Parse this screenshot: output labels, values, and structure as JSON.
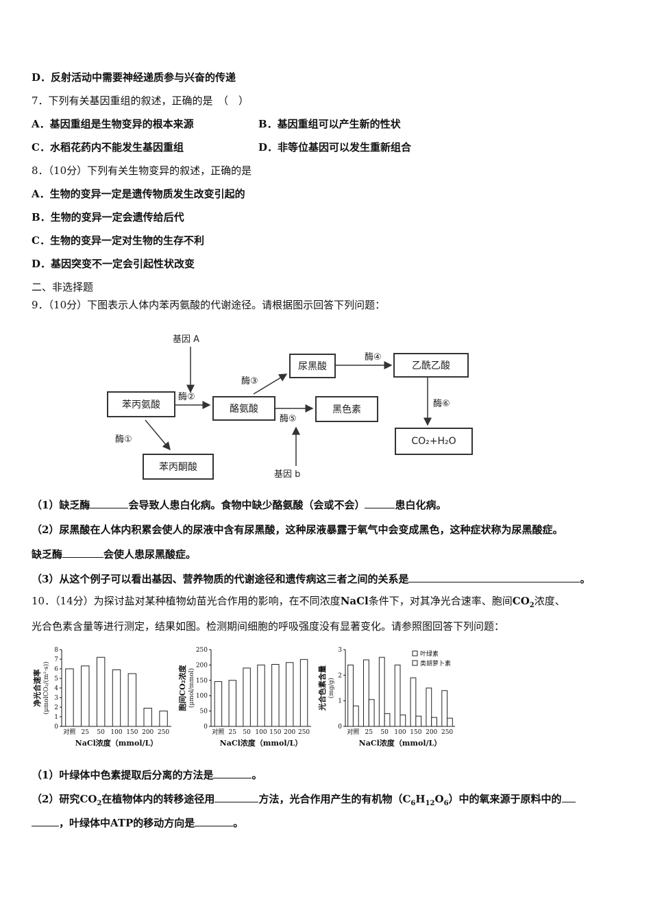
{
  "q6": {
    "optD": "D．反射活动中需要神经递质参与兴奋的传递"
  },
  "q7": {
    "stem": "7．下列有关基因重组的叙述，正确的是　（　）",
    "optA": "A．基因重组是生物变异的根本来源",
    "optB": "B．基因重组可以产生新的性状",
    "optC": "C．水稻花药内不能发生基因重组",
    "optD": "D．非等位基因可以发生重新组合"
  },
  "q8": {
    "stem": "8．（10分）下列有关生物变异的叙述，正确的是",
    "optA": "A．生物的变异一定是遗传物质发生改变引起的",
    "optB": "B．生物的变异一定会遗传给后代",
    "optC": "C．生物的变异一定对生物的生存不利",
    "optD": "D．基因突变不一定会引起性状改变"
  },
  "section2": "二、非选择题",
  "q9": {
    "stem": "9．（10分）下图表示人体内苯丙氨酸的代谢途径。请根据图示回答下列问题：",
    "diagram": {
      "geneA": "基因 A",
      "geneB": "基因 b",
      "phe": "苯丙氨酸",
      "tyr": "酪氨酸",
      "hga": "尿黑酸",
      "aaa": "乙酰乙酸",
      "mel": "黑色素",
      "ppa": "苯丙酮酸",
      "co2": "CO₂+H₂O",
      "e1": "酶①",
      "e2": "酶②",
      "e3": "酶③",
      "e4": "酶④",
      "e5": "酶⑤",
      "e6": "酶⑥"
    },
    "p1a": "（1）缺乏酶",
    "p1b": "会导致人患白化病。食物中缺少酪氨酸（会或不会）",
    "p1c": "患白化病。",
    "p2a": "（2）尿黑酸在人体内积累会使人的尿液中含有尿黑酸，这种尿液暴露于氧气中会变成黑色，这种症状称为尿黑酸症。",
    "p2b": "缺乏酶",
    "p2c": "会使人患尿黑酸症。",
    "p3a": "（3）从这个例子可以看出基因、营养物质的代谢途径和遗传病这三者之间的关系是",
    "p3b": "。"
  },
  "q10": {
    "stem1a": "10．（14分）为探讨盐对某种植物幼苗光合作用的影响，在不同浓度",
    "nacl": "NaCl",
    "stem1b": "条件下，对其净光合速率、胞间",
    "co2": "CO",
    "sub2": "2",
    "stem1c": "浓度、",
    "stem2": "光合色素含量等进行测定，结果如图。检测期间细胞的呼吸强度没有显著变化。请参照图回答下列问题：",
    "p1a": "（1）叶绿体中色素提取后分离的方法是",
    "p1b": "。",
    "p2a": "（2）研究",
    "p2co2": "CO",
    "p2sub": "2",
    "p2b": "在植物体内的转移途径用",
    "p2c": "方法，光合作用产生的有机物（",
    "c6": "C",
    "s6": "6",
    "h12": "H",
    "s12": "12",
    "o6": "O",
    "so6": "6",
    "p2d": "）中的氧来源于原料中的",
    "p3b": "，叶绿体中",
    "atp": "ATP",
    "p3c": "的移动方向是",
    "p3d": "。"
  },
  "chart_data": [
    {
      "type": "bar",
      "categories": [
        "对照",
        "25",
        "50",
        "100",
        "150",
        "200",
        "250"
      ],
      "values": [
        6.0,
        6.3,
        7.2,
        5.9,
        5.5,
        1.9,
        1.6
      ],
      "ylabel": "净光合速率\n(μmolCO₂/(m²·s))",
      "xlabel": "NaCl浓度（mmol/L）",
      "yticks": [
        0,
        1,
        2,
        3,
        4,
        5,
        6,
        7,
        8
      ],
      "ylim": [
        0,
        8
      ]
    },
    {
      "type": "bar",
      "categories": [
        "对照",
        "25",
        "50",
        "100",
        "150",
        "200",
        "250"
      ],
      "values": [
        146,
        150,
        190,
        200,
        202,
        208,
        218
      ],
      "ylabel": "胞间CO₂浓度\n(μmol/mmol)",
      "xlabel": "NaCl浓度（mmol/L）",
      "yticks": [
        0,
        50,
        100,
        150,
        200,
        250
      ],
      "ylim": [
        0,
        250
      ]
    },
    {
      "type": "bar",
      "categories": [
        "对照",
        "25",
        "50",
        "100",
        "150",
        "200",
        "250"
      ],
      "series": [
        {
          "name": "叶绿素",
          "values": [
            2.4,
            2.6,
            2.7,
            2.4,
            1.9,
            1.5,
            1.4
          ]
        },
        {
          "name": "类胡萝卜素",
          "values": [
            0.8,
            1.05,
            0.5,
            0.45,
            0.4,
            0.35,
            0.32
          ]
        }
      ],
      "ylabel": "光合色素含量\n(mg/g)",
      "xlabel": "NaCl浓度（mmol/L）",
      "yticks": [
        0,
        1,
        2,
        3
      ],
      "ylim": [
        0,
        3
      ],
      "legend": "top-right"
    }
  ]
}
